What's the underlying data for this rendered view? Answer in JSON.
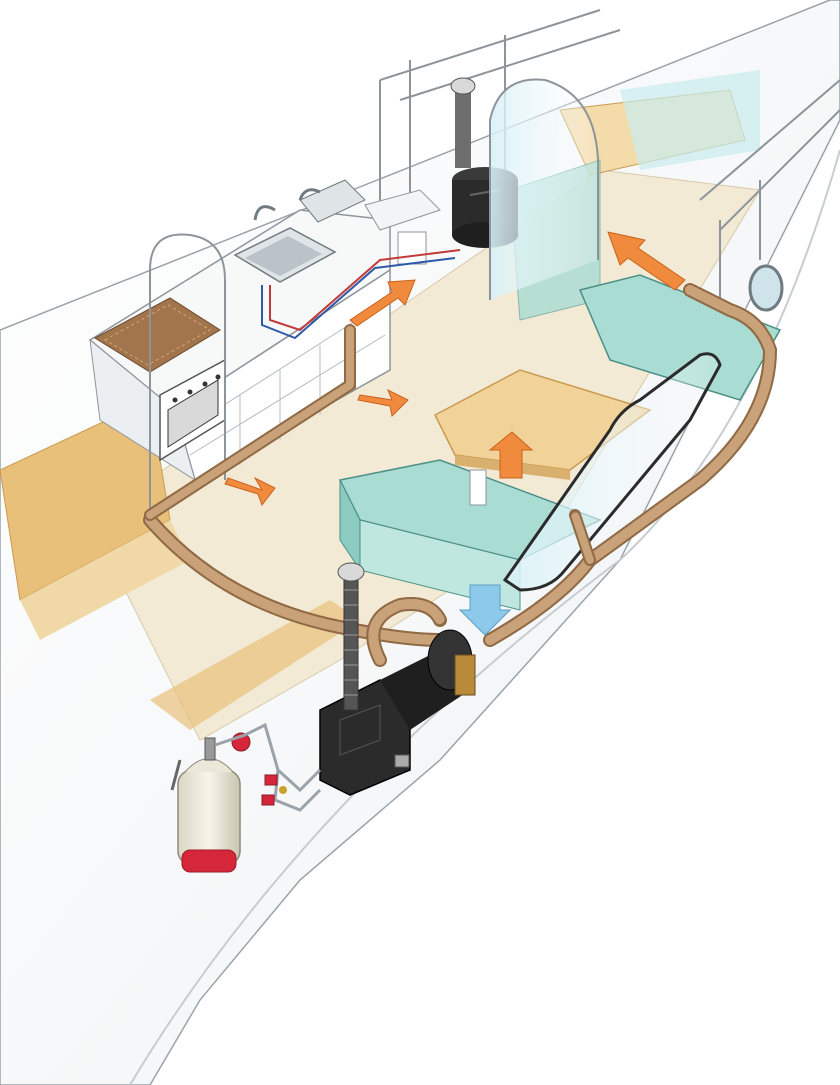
{
  "diagram": {
    "subject": "boat-cabin-heating-system",
    "labels": [],
    "components": [
      "hull",
      "deck-rail",
      "galley",
      "sink",
      "stove",
      "oven",
      "roof-vent",
      "toilet-unit",
      "water-heater",
      "settee",
      "table",
      "window",
      "porthole",
      "gas-cylinder",
      "regulator",
      "gas-valves",
      "heater-unit",
      "exhaust-stack",
      "warm-air-ducts",
      "warm-air-outlets",
      "air-intake"
    ],
    "colors": {
      "duct": "#c9a27a",
      "duct_dark": "#8f6a45",
      "warm_air_arrow": "#f08a3c",
      "intake_arrow": "#8cc9ea",
      "upholstery": "#a9dcd3",
      "floor": "#f3ead6",
      "wood": "#e8c07a",
      "heater": "#2b2b2b",
      "gas_red": "#d6273a"
    }
  }
}
